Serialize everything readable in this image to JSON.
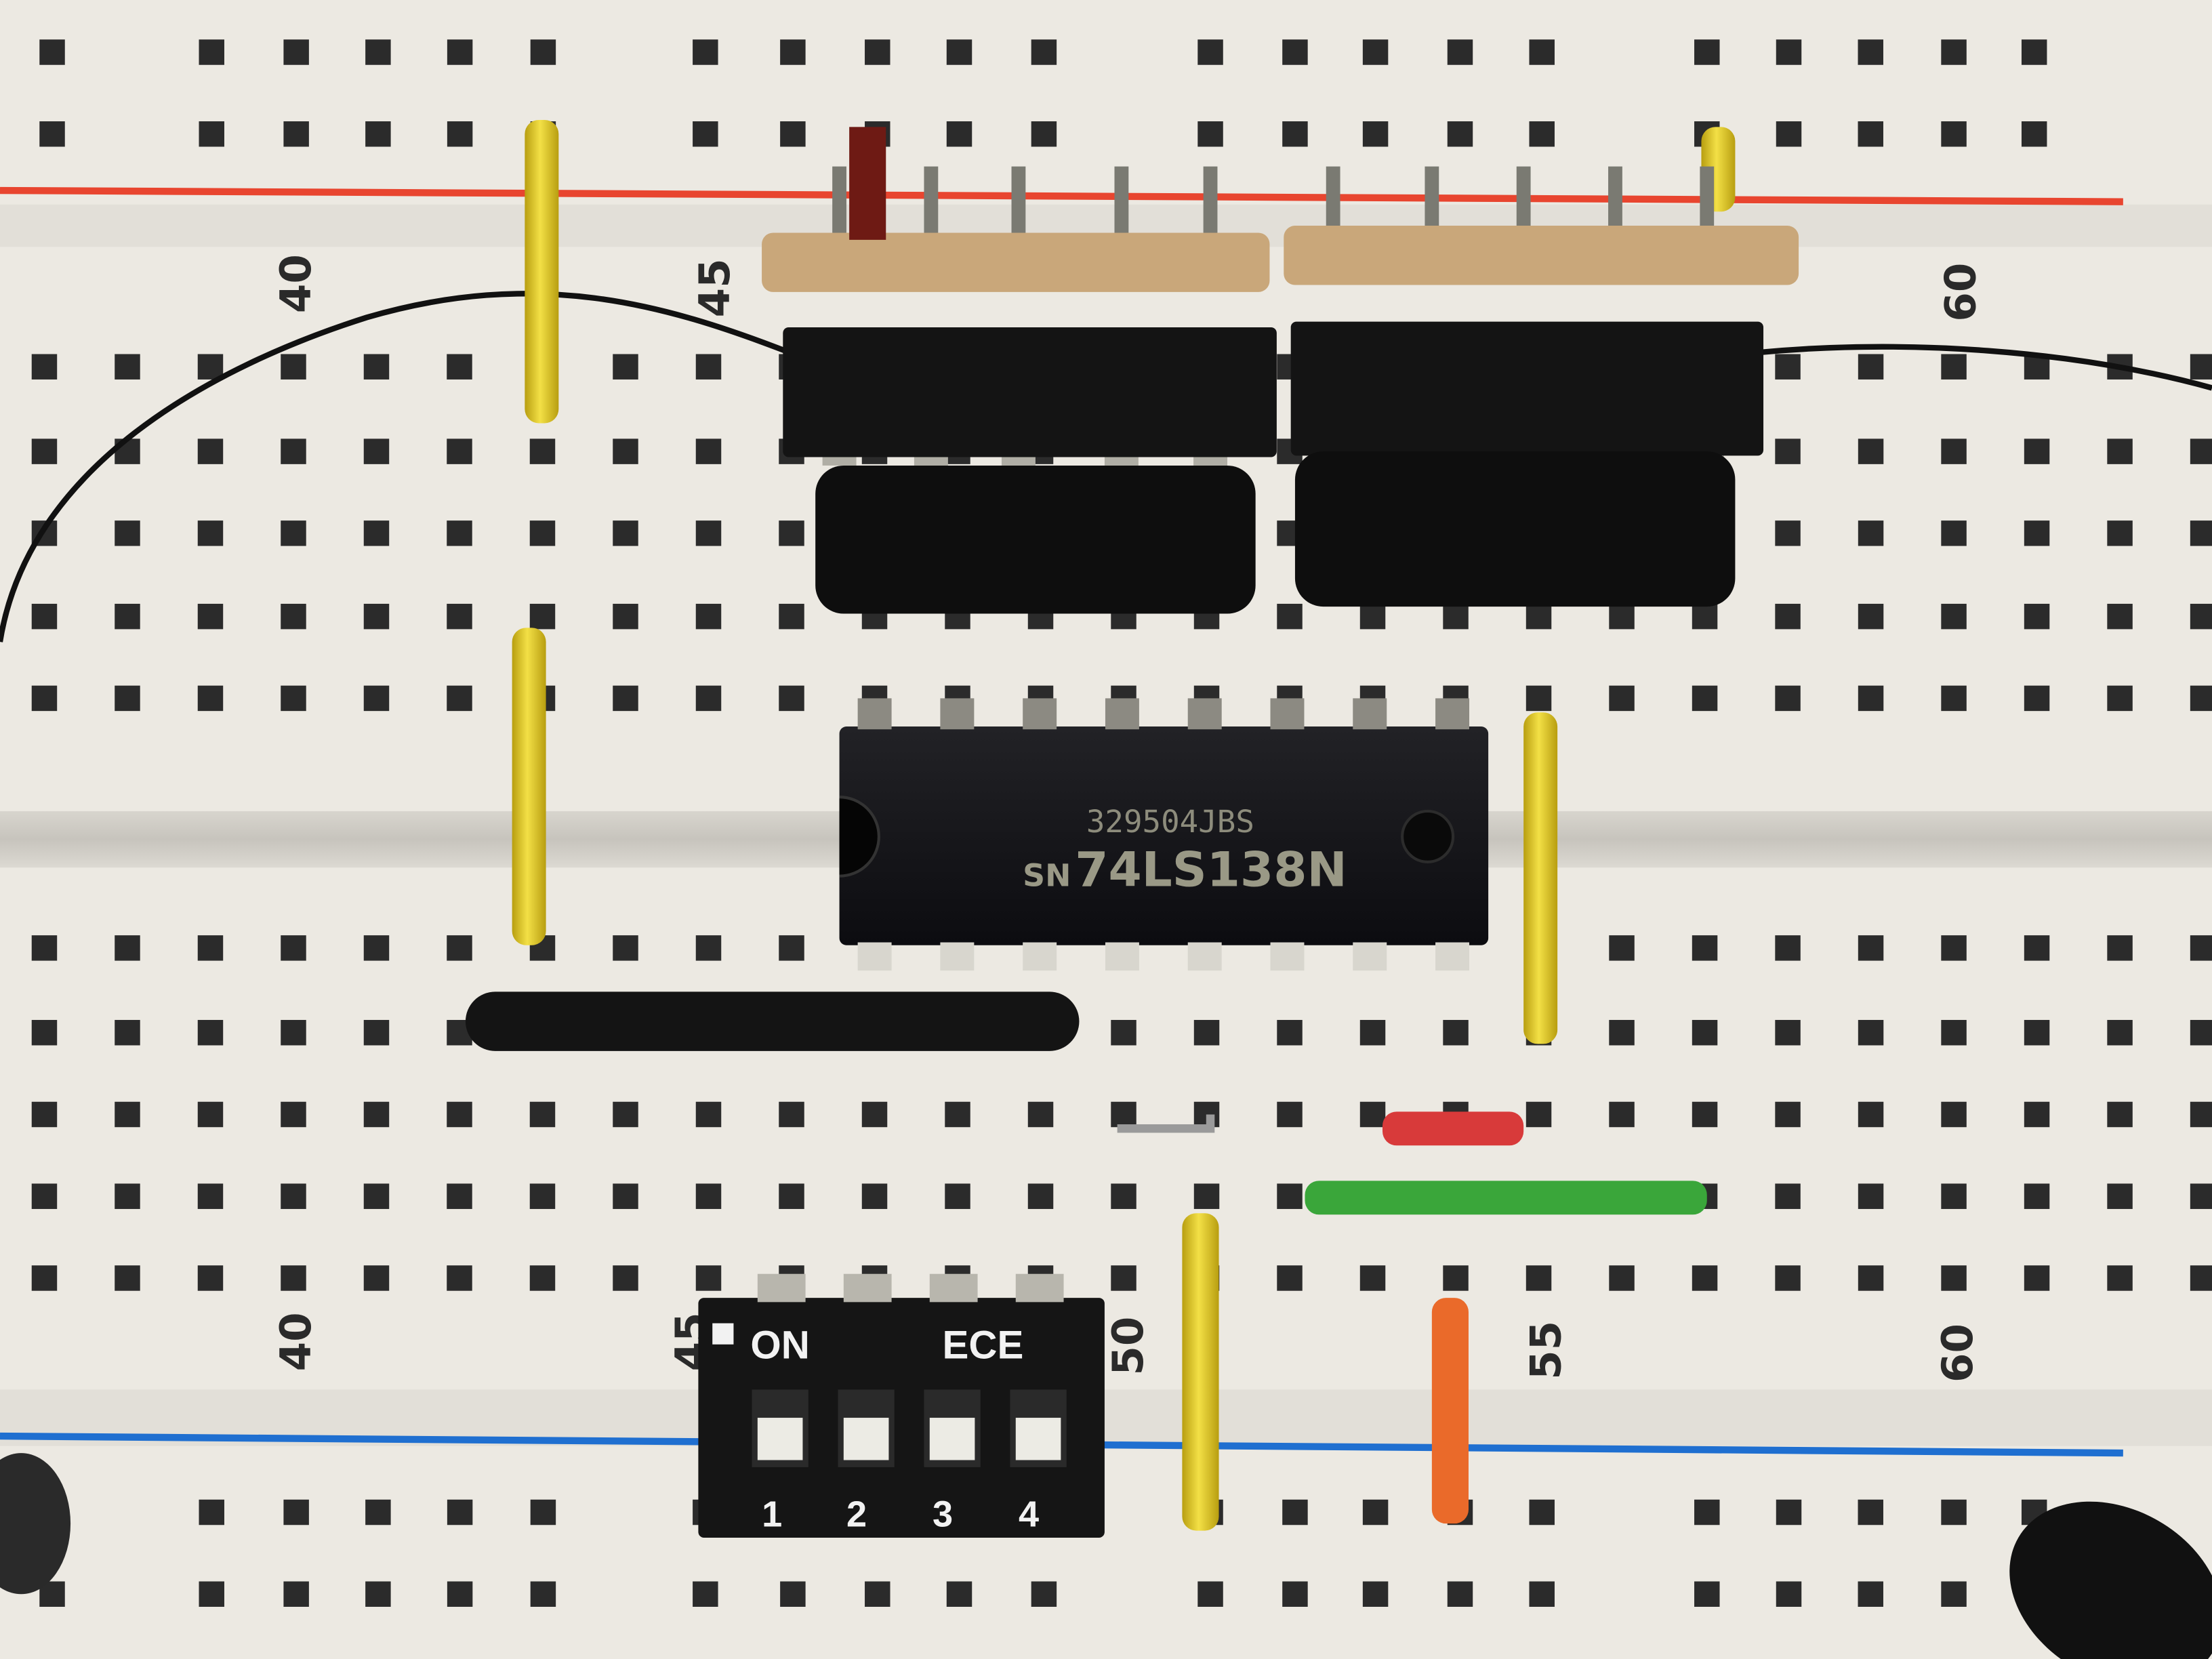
{
  "breadboard": {
    "top_column_labels": [
      "40",
      "45",
      "60"
    ],
    "bottom_column_labels": [
      "40",
      "45",
      "50",
      "55",
      "60"
    ]
  },
  "ic_chip": {
    "date_code": "329504JBS",
    "prefix": "SN",
    "part_number": "74LS138N"
  },
  "dip_switch": {
    "on_label": "ON",
    "brand_label": "ECE",
    "switch_numbers": [
      "1",
      "2",
      "3",
      "4"
    ]
  },
  "colors": {
    "board": "#ece9e2",
    "red_rail": "#e8452f",
    "blue_rail": "#1f6fd0",
    "yellow_wire": "#e6cf22",
    "green_wire": "#3aa63a",
    "red_wire": "#d83a3a",
    "orange_wire": "#ea6a2a"
  }
}
